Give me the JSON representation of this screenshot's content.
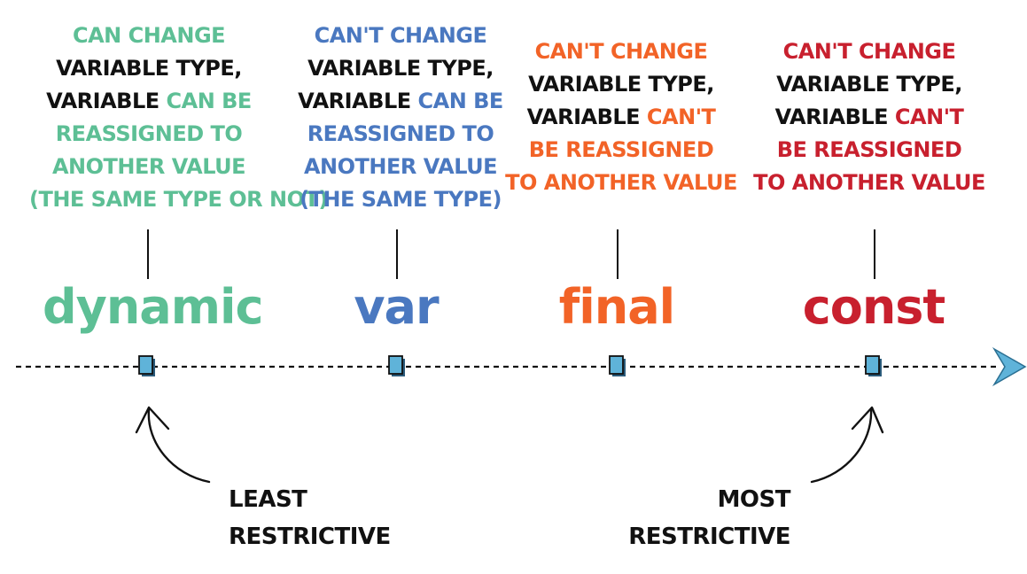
{
  "colors": {
    "dynamic": "#5dbf95",
    "var": "#4a78c0",
    "final": "#f26327",
    "const": "#c8202e",
    "arrowhead": "#5fb3d9"
  },
  "columns": [
    {
      "keyword": "dynamic",
      "lines": [
        [
          {
            "t": "Can change",
            "hl": true
          }
        ],
        [
          {
            "t": "variable type,",
            "hl": false
          }
        ],
        [
          {
            "t": "variable ",
            "hl": false
          },
          {
            "t": "can be",
            "hl": true
          }
        ],
        [
          {
            "t": "reassigned to",
            "hl": true
          }
        ],
        [
          {
            "t": "another value",
            "hl": true
          }
        ],
        [
          {
            "t": "(the same type or not)",
            "hl": true
          }
        ]
      ]
    },
    {
      "keyword": "var",
      "lines": [
        [
          {
            "t": "Can't change",
            "hl": true
          }
        ],
        [
          {
            "t": "variable type,",
            "hl": false
          }
        ],
        [
          {
            "t": "variable ",
            "hl": false
          },
          {
            "t": "can be",
            "hl": true
          }
        ],
        [
          {
            "t": "reassigned to",
            "hl": true
          }
        ],
        [
          {
            "t": "another value",
            "hl": true
          }
        ],
        [
          {
            "t": "(the same type)",
            "hl": true
          }
        ]
      ]
    },
    {
      "keyword": "final",
      "lines": [
        [
          {
            "t": "Can't change",
            "hl": true
          }
        ],
        [
          {
            "t": "variable type,",
            "hl": false
          }
        ],
        [
          {
            "t": "variable ",
            "hl": false
          },
          {
            "t": "can't",
            "hl": true
          }
        ],
        [
          {
            "t": "be reassigned",
            "hl": true
          }
        ],
        [
          {
            "t": "to another value",
            "hl": true
          }
        ]
      ]
    },
    {
      "keyword": "const",
      "lines": [
        [
          {
            "t": "Can't change",
            "hl": true
          }
        ],
        [
          {
            "t": "variable type,",
            "hl": false
          }
        ],
        [
          {
            "t": "variable ",
            "hl": false
          },
          {
            "t": "can't",
            "hl": true
          }
        ],
        [
          {
            "t": "be reassigned",
            "hl": true
          }
        ],
        [
          {
            "t": "to another value",
            "hl": true
          }
        ]
      ]
    }
  ],
  "labels": {
    "least_line1": "Least",
    "least_line2": "restrictive",
    "most_line1": "Most",
    "most_line2": "restrictive"
  }
}
